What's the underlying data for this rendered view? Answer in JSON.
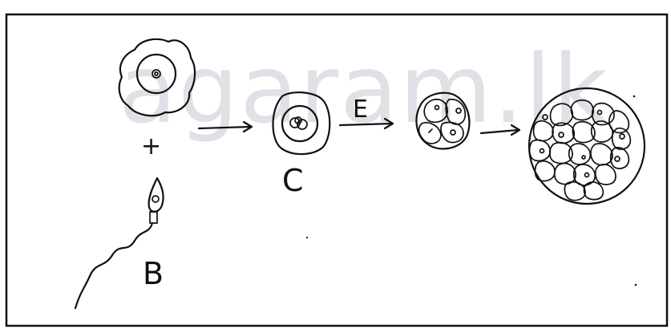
{
  "watermark": "agaram.lk",
  "labels": {
    "sperm": "B",
    "zygote": "C",
    "division_step": "E",
    "plus": "+"
  }
}
